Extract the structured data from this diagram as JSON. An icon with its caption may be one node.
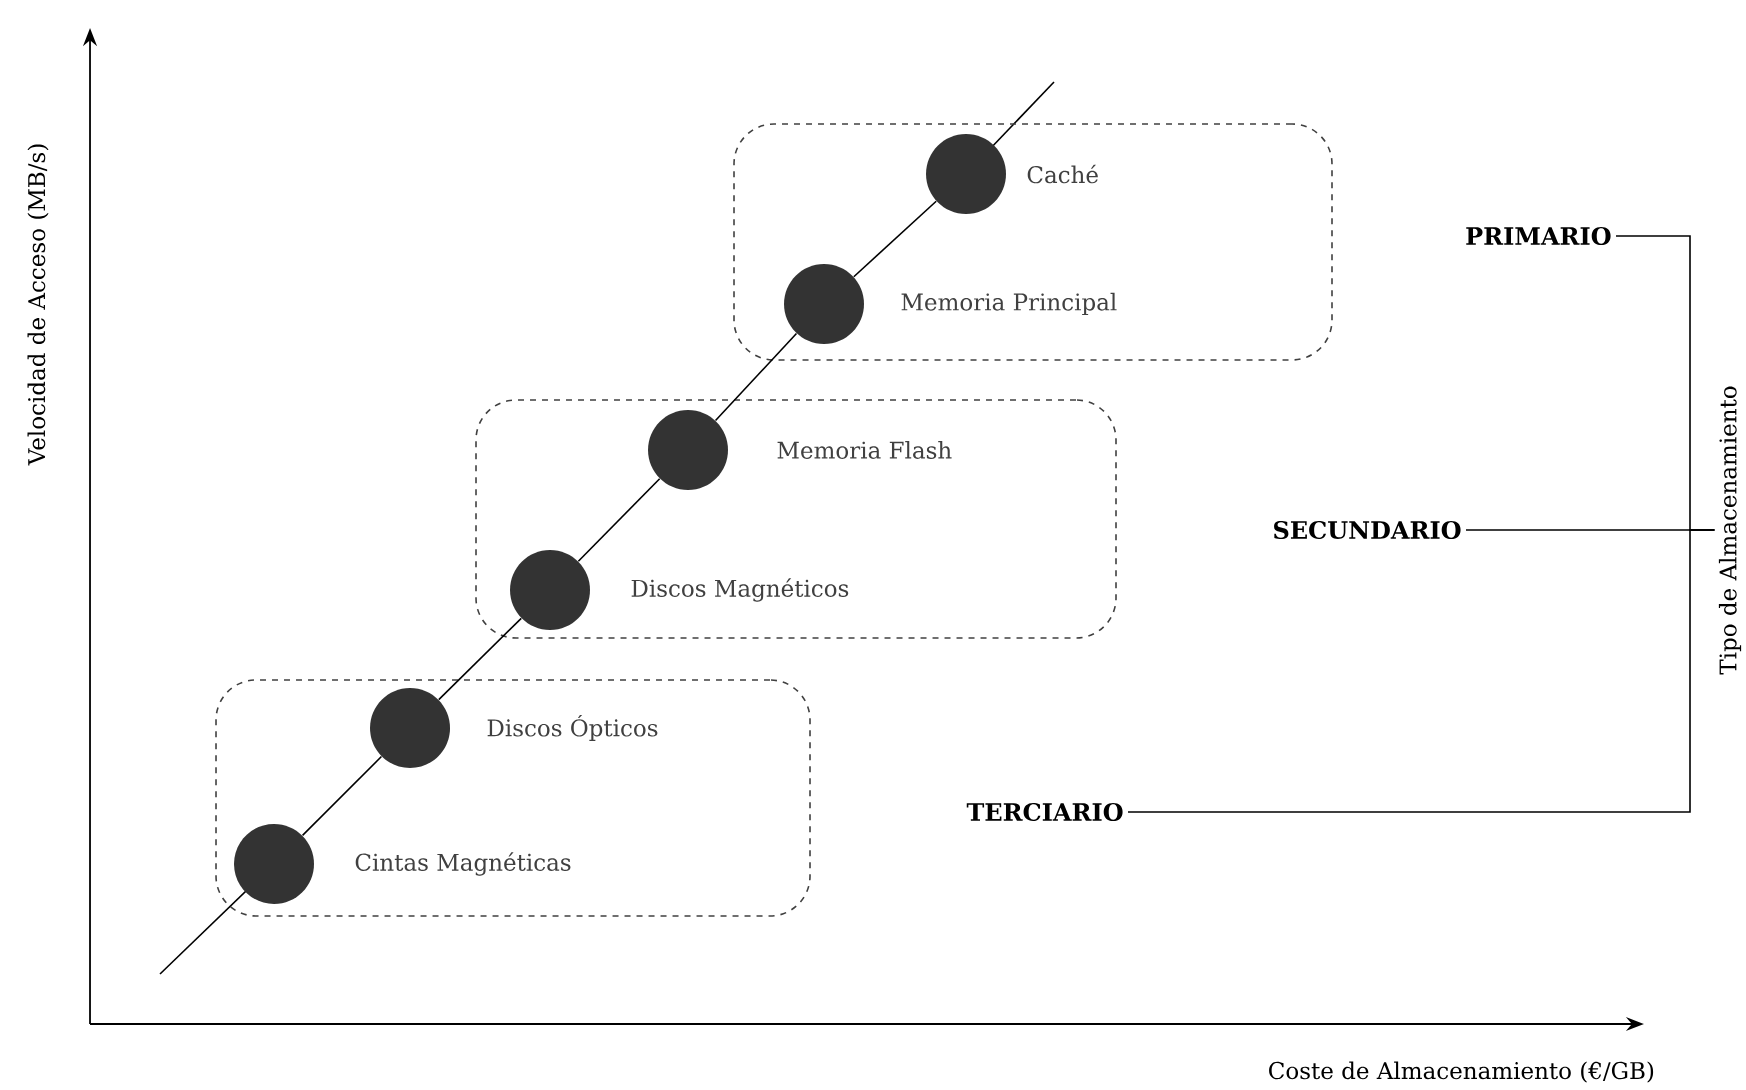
{
  "diagram": {
    "nodes": [
      {
        "text": [],
        "shape": "box"
      },
      {
        "text": [],
        "shape": "circle",
        "in": 0,
        "beside": [
          "Caché"
        ]
      },
      {
        "text": [],
        "shape": "circle",
        "in": 0,
        "beside": [
          "Memoria Principal"
        ]
      },
      {
        "text": [],
        "shape": "box"
      },
      {
        "text": [],
        "shape": "circle",
        "in": 3,
        "beside": [
          "Memoria Flash"
        ]
      },
      {
        "text": [],
        "shape": "circle",
        "in": 3,
        "beside": [
          "Discos Magnéticos"
        ]
      },
      {
        "text": [],
        "shape": "box"
      },
      {
        "text": [],
        "shape": "circle",
        "in": 6,
        "beside": [
          "Discos Ópticos"
        ]
      },
      {
        "text": [],
        "shape": "circle",
        "in": 6,
        "beside": [
          "Cintas Magnéticas"
        ]
      },
      {
        "text": [
          "PRIMARIO"
        ]
      },
      {
        "text": [
          "SECUNDARIO"
        ]
      },
      {
        "text": [
          "TERCIARIO"
        ]
      },
      {
        "text": [
          "Tipo de Almacenamiento"
        ]
      }
    ],
    "edges": [
      {
        "from": 1,
        "to": 2,
        "arrow": "none"
      },
      {
        "from": 2,
        "to": 4,
        "arrow": "none"
      },
      {
        "from": 4,
        "to": 5,
        "arrow": "none"
      },
      {
        "from": 5,
        "to": 7,
        "arrow": "none"
      },
      {
        "from": 7,
        "to": 8,
        "arrow": "none"
      },
      {
        "from": 9,
        "to": 12,
        "arrow": "none"
      },
      {
        "from": 10,
        "to": 12,
        "arrow": "none"
      },
      {
        "from": 11,
        "to": 12,
        "arrow": "none"
      }
    ],
    "labels": [
      "Velocidad de Acceso (MB/s)",
      "Coste de Almacenamiento (€/GB)"
    ]
  }
}
